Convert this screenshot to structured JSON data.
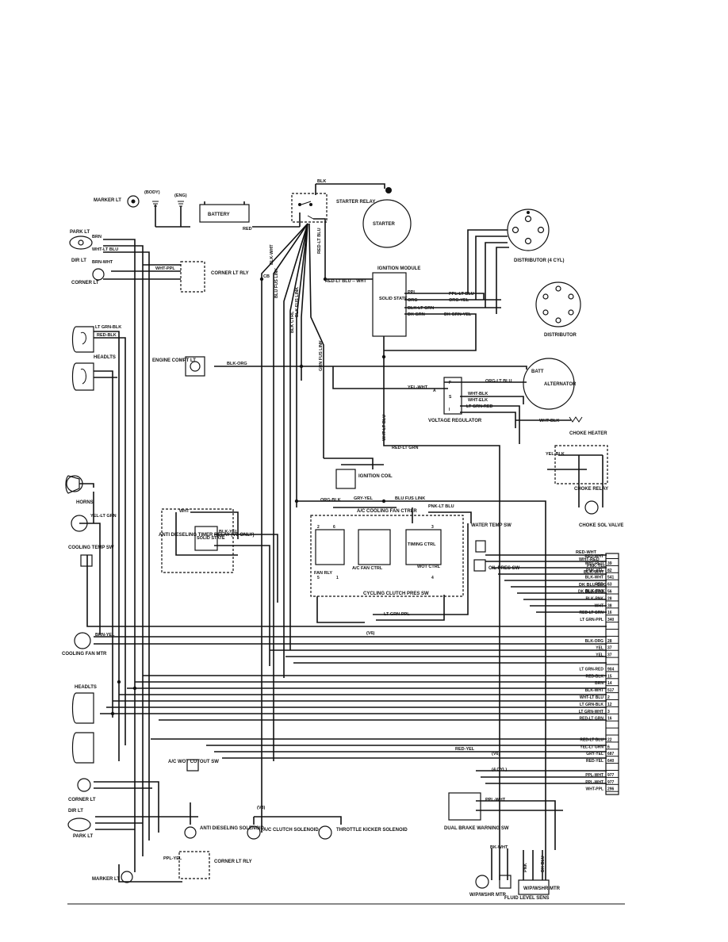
{
  "left_components": {
    "marker_lt_top": "MARKER LT",
    "park_lt_top": "PARK LT",
    "dir_lt_top": "DIR LT",
    "corner_lt_top": "CORNER LT",
    "headlts": "HEADLTS",
    "horns": "HORNS",
    "cooling_temp_sw": "COOLING TEMP SW",
    "cooling_fan_mtr": "COOLING FAN MTR",
    "headlts_lower": "HEADLTS",
    "corner_lt_lower": "CORNER LT",
    "dir_lt_lower": "DIR LT",
    "park_lt_lower": "PARK LT",
    "marker_lt_lower": "MARKER LT"
  },
  "center_components": {
    "body": "(BODY)",
    "eng": "(ENG)",
    "battery": "BATTERY",
    "corner_lt_rly_top": "CORNER LT RLY",
    "engine_compt_lt": "ENGINE COMPT LT",
    "cb": "CB",
    "anti_dieseling_relay": "ANTI DIESELING TIMER RELAY (V6 ONLY)",
    "solid_state": "SOLID STATE",
    "ac_cooling_fan_ctrlr": "A/C COOLING FAN CTRLR",
    "fan_rly": "FAN RLY",
    "ac_fan_ctrl": "A/C FAN CTRL",
    "timing_ctrl": "TIMING CTRL",
    "wot_ctrl": "WOT CTRL",
    "cycling_clutch_pres_sw": "CYCLING CLUTCH PRES SW",
    "v6": "(V6)",
    "ac_wot_cutout_sw": "A/C WOT CUTOUT SW",
    "anti_dieseling_solenoid": "ANTI DIESELING SOLENOID",
    "corner_lt_rly_lower": "CORNER LT RLY",
    "ac_clutch_solenoid": "A/C CLUTCH SOLENOID",
    "throttle_kicker_solenoid": "THROTTLE KICKER SOLENOID",
    "v8_tag": "(V8)",
    "ignition_coil": "IGNITION COIL"
  },
  "right_components": {
    "starter_relay": "STARTER RELAY",
    "starter": "STARTER",
    "ignition_module": "IGNITION MODULE",
    "module_state": "SOLID STATE",
    "distributor_4cyl": "DISTRIBUTOR (4 CYL)",
    "distributor": "DISTRIBUTOR",
    "alternator": "ALTERNATOR",
    "batt": "BATT",
    "voltage_regulator": "VOLTAGE REGULATOR",
    "choke_heater": "CHOKE HEATER",
    "choke_relay": "CHOKE RELAY",
    "choke_sol_valve": "CHOKE SOL VALVE",
    "water_temp_sw": "WATER TEMP SW",
    "oil_pres_sw": "OIL PRES SW",
    "dual_brake_warning_sw": "DUAL BRAKE WARNING SW",
    "wiper_washer_mtr_left": "W/P/WSHR MTR",
    "fluid_level_sens": "FLUID LEVEL SENS",
    "wiper_washer_mtr_right": "W/P/WSHR MTR",
    "v6_tag": "(V6)",
    "four_cyl_tag": "(4 CYL)"
  },
  "wire_labels": {
    "blk": "BLK",
    "red": "RED",
    "brn": "BRN",
    "wht_lt_blu": "WHT-LT BLU",
    "brn_wht": "BRN-WHT",
    "wht_ppl": "WHT-PPL",
    "lt_grn_blk": "LT GRN-BLK",
    "red_blk": "RED-BLK",
    "yel_lt_grn": "YEL-LT GRN",
    "blk_org": "BLK-ORG",
    "red_lt_blu_wht": "RED-LT BLU -- WHT",
    "ppl": "PPL",
    "org": "ORG",
    "blk_lt_grn": "BLK-LT GRN",
    "dk_grn": "DK GRN",
    "ppl_lt_blu": "PPL-LT BLU",
    "org_yel": "ORG-YEL",
    "dk_grn_yel": "DK GRN-YEL",
    "org_lt_blu": "ORG-LT BLU",
    "yel_wht": "YEL-WHT",
    "wht_blk": "WHT-BLK",
    "wht_elk": "WHT-ELK",
    "lt_grn_red": "LT GRN-RED",
    "red_lt_grn": "RED-LT GRN",
    "org_blk": "ORG-BLK",
    "gry_yel": "GRY-YEL",
    "blu_fus_link": "BLU FUS LINK",
    "pnk_lt_blu": "PNK-LT BLU",
    "blk_yel": "BLK-YEL",
    "red_yel": "RED-YEL",
    "lt_grn_ppl": "LT GRN-PPL",
    "brn_yel": "BRN-YEL",
    "ppl_yel": "PPL-YEL",
    "ppl_wht": "PPL-WHT",
    "bk_wht": "BK-WHT",
    "wht": "WHT",
    "yel_blk": "YEL-BLK",
    "wht_blk_rev": "WHT-BLK",
    "red_wht": "RED-WHT",
    "wht_red": "WHT-RED",
    "pnk_yel": "PNK-YEL",
    "blk_wht": "BLK-WHT",
    "dk_blu_org": "DK BLU-ORG",
    "blk_pnk": "BLK-PNK",
    "blu_fus_link_v": "BLU FUS LINK",
    "blk_fus_link": "BLK FUS LINK",
    "grn_fus_link": "GRN FUS LINK",
    "blk_ctrl": "BLK CTRL",
    "red_lt_blu_v": "RED-LT BLU",
    "blk_wht_v": "BLK-WHT",
    "wht_lt_blu_v": "WHT-LT BLU",
    "dk_blu": "DK BLU",
    "pnk": "PNK"
  },
  "connector_rows": [
    {
      "wire": "RED-WHT",
      "pin": ""
    },
    {
      "wire": "WHT-RED",
      "pin": "39"
    },
    {
      "wire": "PNK-YEL",
      "pin": "82"
    },
    {
      "wire": "BLK-WHT",
      "pin": "541"
    },
    {
      "wire": "RED",
      "pin": "63"
    },
    {
      "wire": "DK BLU-ORG",
      "pin": "56"
    },
    {
      "wire": "BLK-PNK",
      "pin": "28"
    },
    {
      "wire": "WHT",
      "pin": "38"
    },
    {
      "wire": "RED-LT GRN",
      "pin": "16"
    },
    {
      "wire": "LT GRN-PPL",
      "pin": "340"
    },
    {
      "wire": "",
      "pin": ""
    },
    {
      "wire": "",
      "pin": ""
    },
    {
      "wire": "BLK-ORG",
      "pin": "28"
    },
    {
      "wire": "YEL",
      "pin": "37"
    },
    {
      "wire": "YEL",
      "pin": "37"
    },
    {
      "wire": "",
      "pin": ""
    },
    {
      "wire": "LT GRN-RED",
      "pin": "904"
    },
    {
      "wire": "RED-BLK",
      "pin": "15"
    },
    {
      "wire": "BRN",
      "pin": "14"
    },
    {
      "wire": "BLK-WHT",
      "pin": "517"
    },
    {
      "wire": "WHT-LT BLU",
      "pin": "2"
    },
    {
      "wire": "LT GRN-BLK",
      "pin": "12"
    },
    {
      "wire": "LT GRN-WHT",
      "pin": "3"
    },
    {
      "wire": "RED-LT GRN",
      "pin": "16"
    },
    {
      "wire": "",
      "pin": ""
    },
    {
      "wire": "",
      "pin": ""
    },
    {
      "wire": "RED-LT BLU",
      "pin": "22"
    },
    {
      "wire": "YEL-LT GRN",
      "pin": "6"
    },
    {
      "wire": "GRY-YEL",
      "pin": "687"
    },
    {
      "wire": "RED-YEL",
      "pin": "640"
    },
    {
      "wire": "",
      "pin": ""
    },
    {
      "wire": "PPL-WHT",
      "pin": "977"
    },
    {
      "wire": "PPL-WHT",
      "pin": "977"
    },
    {
      "wire": "WHT-PPL",
      "pin": "296"
    }
  ],
  "pin_labels": {
    "f": "F",
    "a": "A",
    "s": "S",
    "i": "I",
    "p2": "2",
    "p6": "6",
    "p3": "3",
    "p5": "5",
    "p1": "1",
    "p4": "4"
  }
}
